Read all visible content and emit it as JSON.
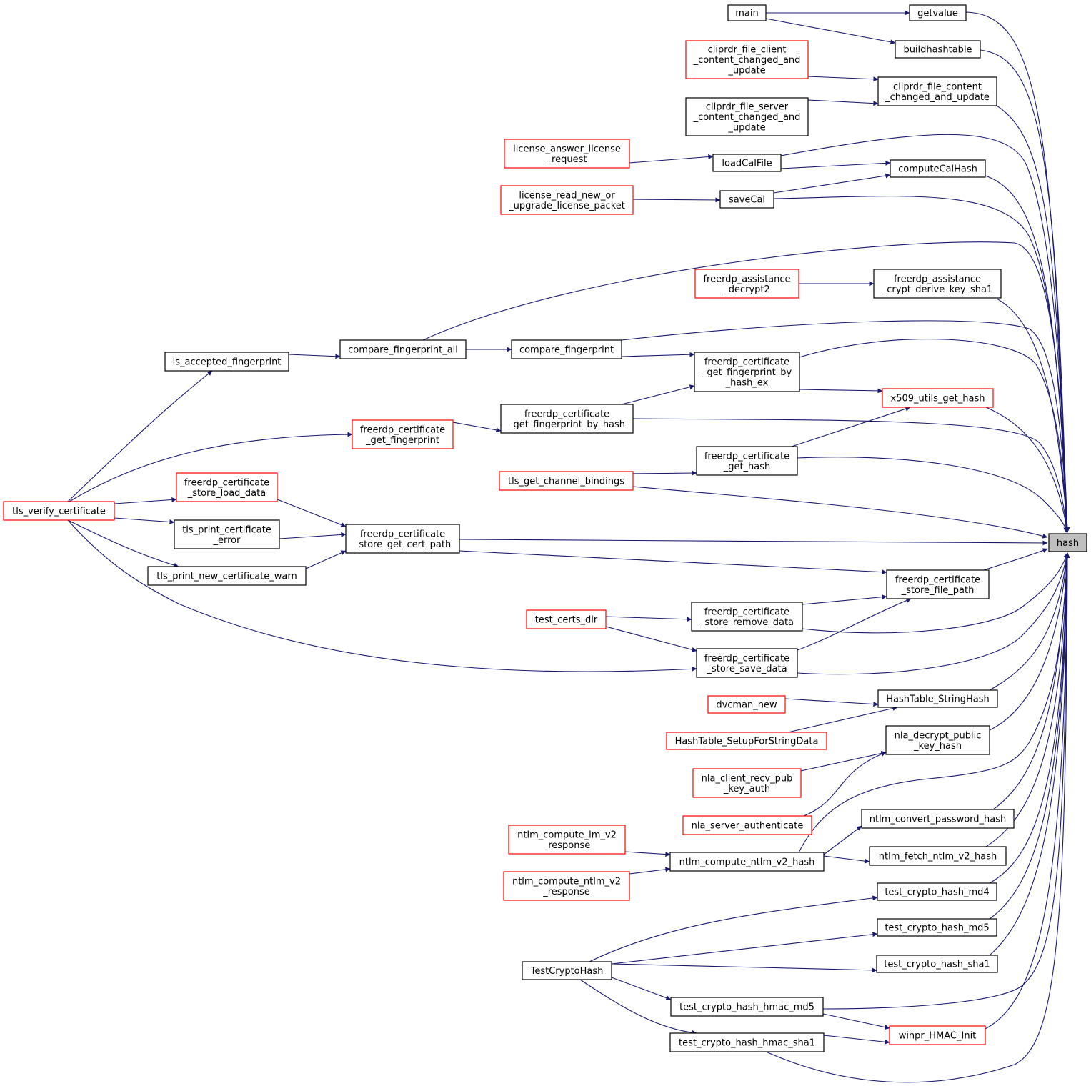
{
  "graph": {
    "type": "caller-graph",
    "colors": {
      "edge": "#191970",
      "box_border": "#000000",
      "truncated_border": "#ff0000",
      "focus_fill": "#bfbfbf",
      "background": "#ffffff"
    },
    "focus": "hash",
    "nodes": {
      "hash": [
        "hash"
      ],
      "getvalue": [
        "getvalue"
      ],
      "buildhashtable": [
        "buildhashtable"
      ],
      "main": [
        "main"
      ],
      "cliprdr_fcc": [
        "cliprdr_file_content",
        "_changed_and_update"
      ],
      "cliprdr_client": [
        "cliprdr_file_client",
        "_content_changed_and",
        "_update"
      ],
      "cliprdr_server": [
        "cliprdr_file_server",
        "_content_changed_and",
        "_update"
      ],
      "computeCalHash": [
        "computeCalHash"
      ],
      "loadCalFile": [
        "loadCalFile"
      ],
      "saveCal": [
        "saveCal"
      ],
      "license_answer": [
        "license_answer_license",
        "_request"
      ],
      "license_read": [
        "license_read_new_or",
        "_upgrade_license_packet"
      ],
      "assist_derive": [
        "freerdp_assistance",
        "_crypt_derive_key_sha1"
      ],
      "assist_decrypt2": [
        "freerdp_assistance",
        "_decrypt2"
      ],
      "compare_fp_all": [
        "compare_fingerprint_all"
      ],
      "compare_fp": [
        "compare_fingerprint"
      ],
      "is_accepted_fp": [
        "is_accepted_fingerprint"
      ],
      "cert_get_fp_by_hash_ex": [
        "freerdp_certificate",
        "_get_fingerprint_by",
        "_hash_ex"
      ],
      "x509_get_hash": [
        "x509_utils_get_hash"
      ],
      "cert_get_fp_by_hash": [
        "freerdp_certificate",
        "_get_fingerprint_by_hash"
      ],
      "cert_get_fp": [
        "freerdp_certificate",
        "_get_fingerprint"
      ],
      "cert_get_hash": [
        "freerdp_certificate",
        "_get_hash"
      ],
      "tls_chan_bind": [
        "tls_get_channel_bindings"
      ],
      "store_load_data": [
        "freerdp_certificate",
        "_store_load_data"
      ],
      "tls_verify": [
        "tls_verify_certificate"
      ],
      "tls_print_err": [
        "tls_print_certificate",
        "_error"
      ],
      "store_get_cert_path": [
        "freerdp_certificate",
        "_store_get_cert_path"
      ],
      "tls_print_new": [
        "tls_print_new_certificate_warn"
      ],
      "store_file_path": [
        "freerdp_certificate",
        "_store_file_path"
      ],
      "store_remove": [
        "freerdp_certificate",
        "_store_remove_data"
      ],
      "test_certs_dir": [
        "test_certs_dir"
      ],
      "store_save": [
        "freerdp_certificate",
        "_store_save_data"
      ],
      "ht_stringhash": [
        "HashTable_StringHash"
      ],
      "dvcman_new": [
        "dvcman_new"
      ],
      "ht_setup": [
        "HashTable_SetupForStringData"
      ],
      "nla_decrypt": [
        "nla_decrypt_public",
        "_key_hash"
      ],
      "nla_client_recv": [
        "nla_client_recv_pub",
        "_key_auth"
      ],
      "nla_server_auth": [
        "nla_server_authenticate"
      ],
      "ntlm_convert": [
        "ntlm_convert_password_hash"
      ],
      "ntlm_compute_lm": [
        "ntlm_compute_lm_v2",
        "_response"
      ],
      "ntlm_compute_v2_hash": [
        "ntlm_compute_ntlm_v2_hash"
      ],
      "ntlm_fetch": [
        "ntlm_fetch_ntlm_v2_hash"
      ],
      "ntlm_compute_ntlm_resp": [
        "ntlm_compute_ntlm_v2",
        "_response"
      ],
      "t_md4": [
        "test_crypto_hash_md4"
      ],
      "t_md5": [
        "test_crypto_hash_md5"
      ],
      "t_sha1": [
        "test_crypto_hash_sha1"
      ],
      "TestCryptoHash": [
        "TestCryptoHash"
      ],
      "t_hmac_md5": [
        "test_crypto_hash_hmac_md5"
      ],
      "winpr_hmac_init": [
        "winpr_HMAC_Init"
      ],
      "t_hmac_sha1": [
        "test_crypto_hash_hmac_sha1"
      ]
    },
    "edges": [
      [
        "main",
        "getvalue"
      ],
      [
        "main",
        "buildhashtable"
      ],
      [
        "getvalue",
        "hash"
      ],
      [
        "buildhashtable",
        "hash"
      ],
      [
        "cliprdr_client",
        "cliprdr_fcc"
      ],
      [
        "cliprdr_server",
        "cliprdr_fcc"
      ],
      [
        "cliprdr_fcc",
        "hash"
      ],
      [
        "license_answer",
        "loadCalFile"
      ],
      [
        "loadCalFile",
        "computeCalHash"
      ],
      [
        "loadCalFile",
        "hash"
      ],
      [
        "license_read",
        "saveCal"
      ],
      [
        "saveCal",
        "computeCalHash"
      ],
      [
        "saveCal",
        "hash"
      ],
      [
        "computeCalHash",
        "hash"
      ],
      [
        "compare_fp_all",
        "hash"
      ],
      [
        "assist_decrypt2",
        "assist_derive"
      ],
      [
        "assist_derive",
        "hash"
      ],
      [
        "is_accepted_fp",
        "compare_fp_all"
      ],
      [
        "compare_fp_all",
        "compare_fp"
      ],
      [
        "compare_fp",
        "hash"
      ],
      [
        "compare_fp",
        "cert_get_fp_by_hash_ex"
      ],
      [
        "cert_get_fp_by_hash_ex",
        "hash"
      ],
      [
        "cert_get_fp_by_hash_ex",
        "x509_get_hash"
      ],
      [
        "cert_get_fp_by_hash",
        "cert_get_fp_by_hash_ex"
      ],
      [
        "cert_get_fp_by_hash",
        "hash"
      ],
      [
        "cert_get_fp",
        "cert_get_fp_by_hash"
      ],
      [
        "x509_get_hash",
        "hash"
      ],
      [
        "cert_get_hash",
        "x509_get_hash"
      ],
      [
        "cert_get_hash",
        "hash"
      ],
      [
        "tls_chan_bind",
        "cert_get_hash"
      ],
      [
        "tls_chan_bind",
        "hash"
      ],
      [
        "tls_verify",
        "is_accepted_fp"
      ],
      [
        "tls_verify",
        "cert_get_fp"
      ],
      [
        "tls_verify",
        "store_load_data"
      ],
      [
        "tls_verify",
        "tls_print_err"
      ],
      [
        "tls_verify",
        "tls_print_new"
      ],
      [
        "tls_verify",
        "store_save"
      ],
      [
        "store_load_data",
        "store_get_cert_path"
      ],
      [
        "tls_print_err",
        "store_get_cert_path"
      ],
      [
        "tls_print_new",
        "store_get_cert_path"
      ],
      [
        "store_get_cert_path",
        "hash"
      ],
      [
        "store_get_cert_path",
        "store_file_path"
      ],
      [
        "store_file_path",
        "hash"
      ],
      [
        "store_remove",
        "store_file_path"
      ],
      [
        "store_remove",
        "hash"
      ],
      [
        "test_certs_dir",
        "store_remove"
      ],
      [
        "test_certs_dir",
        "store_save"
      ],
      [
        "store_save",
        "store_file_path"
      ],
      [
        "store_save",
        "hash"
      ],
      [
        "dvcman_new",
        "ht_stringhash"
      ],
      [
        "ht_setup",
        "ht_stringhash"
      ],
      [
        "ht_stringhash",
        "hash"
      ],
      [
        "nla_client_recv",
        "nla_decrypt"
      ],
      [
        "nla_server_auth",
        "nla_decrypt"
      ],
      [
        "nla_decrypt",
        "hash"
      ],
      [
        "ntlm_compute_v2_hash",
        "hash"
      ],
      [
        "ntlm_compute_v2_hash",
        "ntlm_convert"
      ],
      [
        "ntlm_compute_v2_hash",
        "ntlm_fetch"
      ],
      [
        "ntlm_convert",
        "hash"
      ],
      [
        "ntlm_fetch",
        "hash"
      ],
      [
        "ntlm_compute_lm",
        "ntlm_compute_v2_hash"
      ],
      [
        "ntlm_compute_ntlm_resp",
        "ntlm_compute_v2_hash"
      ],
      [
        "TestCryptoHash",
        "t_md4"
      ],
      [
        "TestCryptoHash",
        "t_md5"
      ],
      [
        "TestCryptoHash",
        "t_sha1"
      ],
      [
        "TestCryptoHash",
        "t_hmac_md5"
      ],
      [
        "TestCryptoHash",
        "t_hmac_sha1"
      ],
      [
        "t_md4",
        "hash"
      ],
      [
        "t_md5",
        "hash"
      ],
      [
        "t_sha1",
        "hash"
      ],
      [
        "t_hmac_md5",
        "hash"
      ],
      [
        "t_hmac_md5",
        "winpr_hmac_init"
      ],
      [
        "t_hmac_sha1",
        "winpr_hmac_init"
      ],
      [
        "t_hmac_sha1",
        "hash"
      ],
      [
        "winpr_hmac_init",
        "hash"
      ]
    ]
  }
}
